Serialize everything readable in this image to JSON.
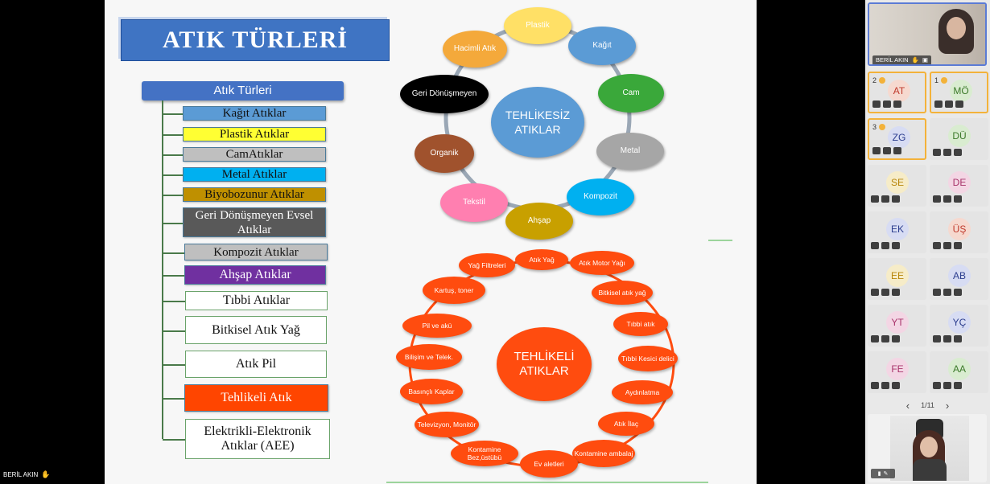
{
  "slide": {
    "title": "ATIK TÜRLERİ",
    "tree_root": "Atık Türleri",
    "tree_items": [
      {
        "label": "Kağıt Atıklar",
        "color": "#5b9bd5"
      },
      {
        "label": "Plastik Atıklar",
        "color": "#ffff33"
      },
      {
        "label": "CamAtıklar",
        "color": "#bfbfbf"
      },
      {
        "label": "Metal Atıklar",
        "color": "#00b0f0"
      },
      {
        "label": "Biyobozunur Atıklar",
        "color": "#bf9000"
      },
      {
        "label": "Geri Dönüşmeyen Evsel Atıklar",
        "color": "#595959"
      },
      {
        "label": "Kompozit Atıklar",
        "color": "#bfbfbf"
      },
      {
        "label": "Ahşap Atıklar",
        "color": "#7030a0"
      },
      {
        "label": "Tıbbi Atıklar",
        "color": "#ffffff"
      },
      {
        "label": "Bitkisel Atık Yağ",
        "color": "#ffffff"
      },
      {
        "label": "Atık Pil",
        "color": "#ffffff"
      },
      {
        "label": "Tehlikeli Atık",
        "color": "#ff4500"
      },
      {
        "label": "Elektrikli-Elektronik Atıklar (AEE)",
        "color": "#ffffff"
      }
    ],
    "safe_center": "TEHLİKESİZ ATIKLAR",
    "safe_items": [
      {
        "label": "Plastik",
        "color": "#ffe066"
      },
      {
        "label": "Kağıt",
        "color": "#5b9bd5"
      },
      {
        "label": "Cam",
        "color": "#3aa83a"
      },
      {
        "label": "Metal",
        "color": "#a6a6a6"
      },
      {
        "label": "Kompozit",
        "color": "#00b0f0"
      },
      {
        "label": "Ahşap",
        "color": "#c8a000"
      },
      {
        "label": "Tekstil",
        "color": "#ff7fb0"
      },
      {
        "label": "Organik",
        "color": "#a0522d"
      },
      {
        "label": "Geri Dönüşmeyen",
        "color": "#000000"
      },
      {
        "label": "Hacimli Atık",
        "color": "#f4a93b"
      }
    ],
    "hazard_center": "TEHLİKELİ ATIKLAR",
    "hazard_items": [
      "Atık Yağ",
      "Atık Motor Yağı",
      "Bitkisel atık yağ",
      "Tıbbi atık",
      "Tıbbi Kesici delici",
      "Aydınlatma",
      "Atık İlaç",
      "Kontamine ambalaj",
      "Ev aletleri",
      "Kontamine Bez,üstübü",
      "Televizyon, Monitör",
      "Basınçlı Kaplar",
      "Bilişim ve Telek.",
      "Pil ve akü",
      "Kartuş, toner",
      "Yağ Filtreleri"
    ]
  },
  "presenter": {
    "name": "BERİL AKIN"
  },
  "self_video": {
    "name": "BERİL AKIN"
  },
  "participants": [
    {
      "initials": "AT",
      "hand": "2",
      "highlight": true,
      "bg": "#f6d9cf",
      "fg": "#c0392b"
    },
    {
      "initials": "MÖ",
      "hand": "1",
      "highlight": true,
      "bg": "#d9ecd0",
      "fg": "#3c7a2a"
    },
    {
      "initials": "ZG",
      "hand": "3",
      "highlight": true,
      "bg": "#d7dcf3",
      "fg": "#2c3e8f"
    },
    {
      "initials": "DÜ",
      "hand": "",
      "highlight": false,
      "bg": "#d9ecd0",
      "fg": "#3c7a2a"
    },
    {
      "initials": "SE",
      "hand": "",
      "highlight": false,
      "bg": "#f6ecc8",
      "fg": "#b8860b"
    },
    {
      "initials": "DE",
      "hand": "",
      "highlight": false,
      "bg": "#f3d6e4",
      "fg": "#a8326a"
    },
    {
      "initials": "EK",
      "hand": "",
      "highlight": false,
      "bg": "#d7dcf3",
      "fg": "#2c3e8f"
    },
    {
      "initials": "ÜŞ",
      "hand": "",
      "highlight": false,
      "bg": "#f6d9cf",
      "fg": "#c0392b"
    },
    {
      "initials": "EE",
      "hand": "",
      "highlight": false,
      "bg": "#f6ecc8",
      "fg": "#b8860b"
    },
    {
      "initials": "AB",
      "hand": "",
      "highlight": false,
      "bg": "#d7dcf3",
      "fg": "#2c3e8f"
    },
    {
      "initials": "YT",
      "hand": "",
      "highlight": false,
      "bg": "#f3d6e4",
      "fg": "#a8326a"
    },
    {
      "initials": "YÇ",
      "hand": "",
      "highlight": false,
      "bg": "#d7dcf3",
      "fg": "#2c3e8f"
    },
    {
      "initials": "FE",
      "hand": "",
      "highlight": false,
      "bg": "#f3d6e4",
      "fg": "#a8326a"
    },
    {
      "initials": "AA",
      "hand": "",
      "highlight": false,
      "bg": "#d9ecd0",
      "fg": "#3c7a2a"
    }
  ],
  "pagination": {
    "prev": "‹",
    "text": "1/11",
    "next": "›"
  },
  "presenter_label": "BERİL AKIN"
}
